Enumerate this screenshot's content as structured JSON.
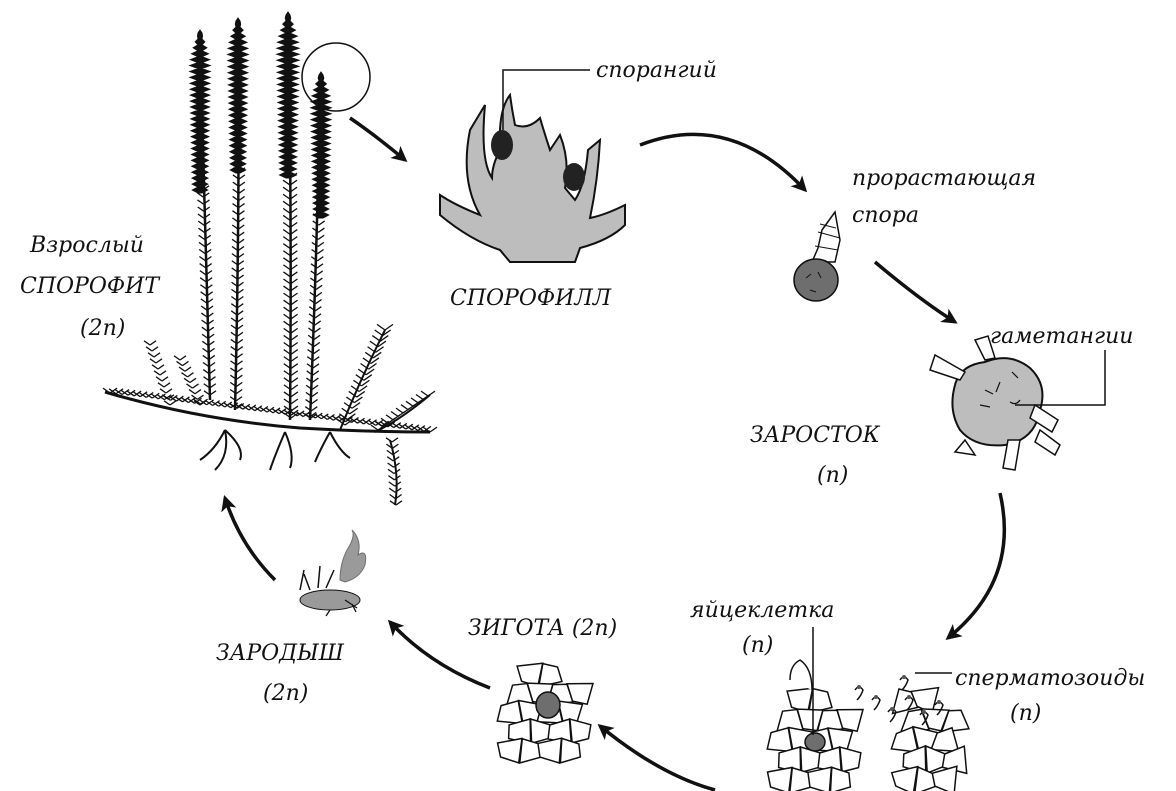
{
  "labels": {
    "adult_line1": "Взрослый",
    "adult_line2": "СПОРОФИТ",
    "adult_ploidy": "(2n)",
    "sporangium": "спорангий",
    "sporophyll": "СПОРОФИЛЛ",
    "germinating_line1": "прорастающая",
    "germinating_line2": "спора",
    "gametangia": "гаметангии",
    "prothallus": "ЗАРОСТОК",
    "prothallus_ploidy": "(n)",
    "egg": "яйцеклетка",
    "egg_ploidy": "(n)",
    "sperm": "сперматозоиды",
    "sperm_ploidy": "(n)",
    "zygote": "ЗИГОТА (2n)",
    "embryo": "ЗАРОДЫШ",
    "embryo_ploidy": "(2n)"
  },
  "colors": {
    "ink": "#111111",
    "tissue_gray": "#bdbdbd",
    "dark_gray": "#6e6e6e",
    "background": "#ffffff"
  }
}
